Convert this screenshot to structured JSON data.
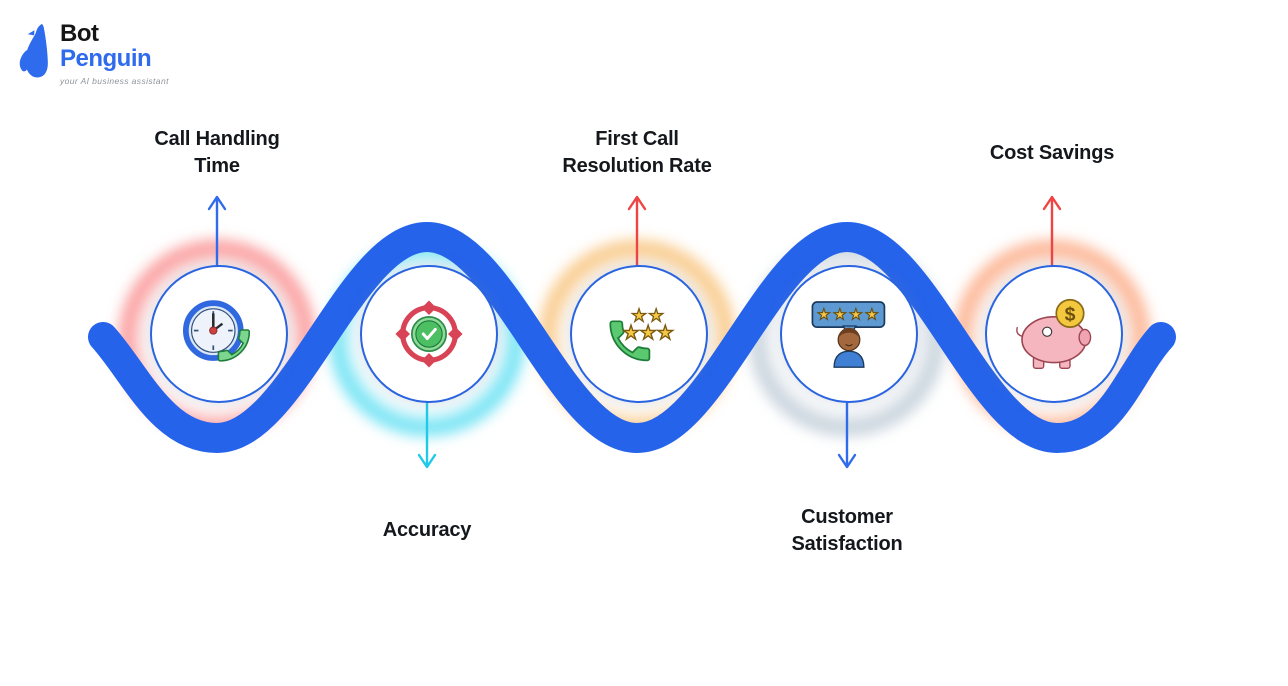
{
  "logo": {
    "bot": "Bot",
    "penguin": "Penguin",
    "tagline": "your AI business assistant",
    "colors": {
      "blue": "#2f6bed",
      "dark": "#161616",
      "gray": "#8d949c"
    }
  },
  "wave": {
    "color": "#2563eb"
  },
  "text_color": "#14181d",
  "nodes": [
    {
      "id": "call-handling-time",
      "label": "Call Handling\nTime",
      "label_position": "above",
      "arrow_direction": "up",
      "arrow_color": "#2f6beb",
      "glow_color": "rgba(248,100,100,0.75)",
      "icon": "clock-phone-icon"
    },
    {
      "id": "accuracy",
      "label": "Accuracy",
      "label_position": "below",
      "arrow_direction": "down",
      "arrow_color": "#1fc9e8",
      "glow_color": "rgba(34,211,238,0.75)",
      "icon": "target-check-icon"
    },
    {
      "id": "first-call-resolution-rate",
      "label": "First Call\nResolution Rate",
      "label_position": "above",
      "arrow_direction": "up",
      "arrow_color": "#ee4444",
      "glow_color": "rgba(245,166,60,0.7)",
      "icon": "phone-stars-icon"
    },
    {
      "id": "customer-satisfaction",
      "label": "Customer\nSatisfaction",
      "label_position": "below",
      "arrow_direction": "down",
      "arrow_color": "#2f6beb",
      "glow_color": "rgba(110,140,165,0.45)",
      "icon": "review-person-icon"
    },
    {
      "id": "cost-savings",
      "label": "Cost Savings",
      "label_position": "above",
      "arrow_direction": "up",
      "arrow_color": "#ee4444",
      "glow_color": "rgba(250,120,60,0.65)",
      "icon": "piggy-bank-icon"
    }
  ]
}
